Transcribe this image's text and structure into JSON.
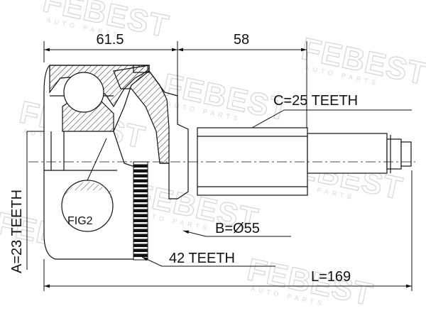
{
  "diagram": {
    "dimensions": {
      "outer_joint_length": "61.5",
      "shaft_length": "58",
      "total_length": "L=169"
    },
    "callouts": {
      "spline_c": "C=25 TEETH",
      "diameter_b": "B=Ø55",
      "abs_ring": "42 TEETH",
      "spline_a": "A=23 TEETH",
      "figure_ref": "FIG2"
    },
    "watermark": {
      "brand": "FEBEST",
      "subtext": "AUTO PARTS"
    }
  }
}
